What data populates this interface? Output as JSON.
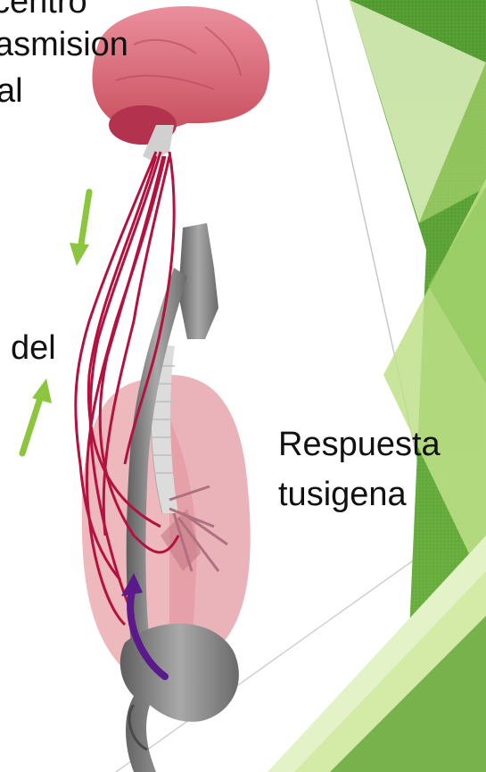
{
  "labels": {
    "centro": "centro",
    "transmision": "asmision",
    "al": "al",
    "del": "del",
    "respuesta": "Respuesta",
    "tusigena": "tusigena"
  },
  "colors": {
    "background_green": "#5fa437",
    "light_green": "#bfe08a",
    "nerve": "#b3123f",
    "brain": "#e3788a",
    "lung": "#e8a8ad",
    "trachea": "#888888",
    "arrow_green": "#8cc63f",
    "arrow_purple": "#5b1a8c"
  }
}
